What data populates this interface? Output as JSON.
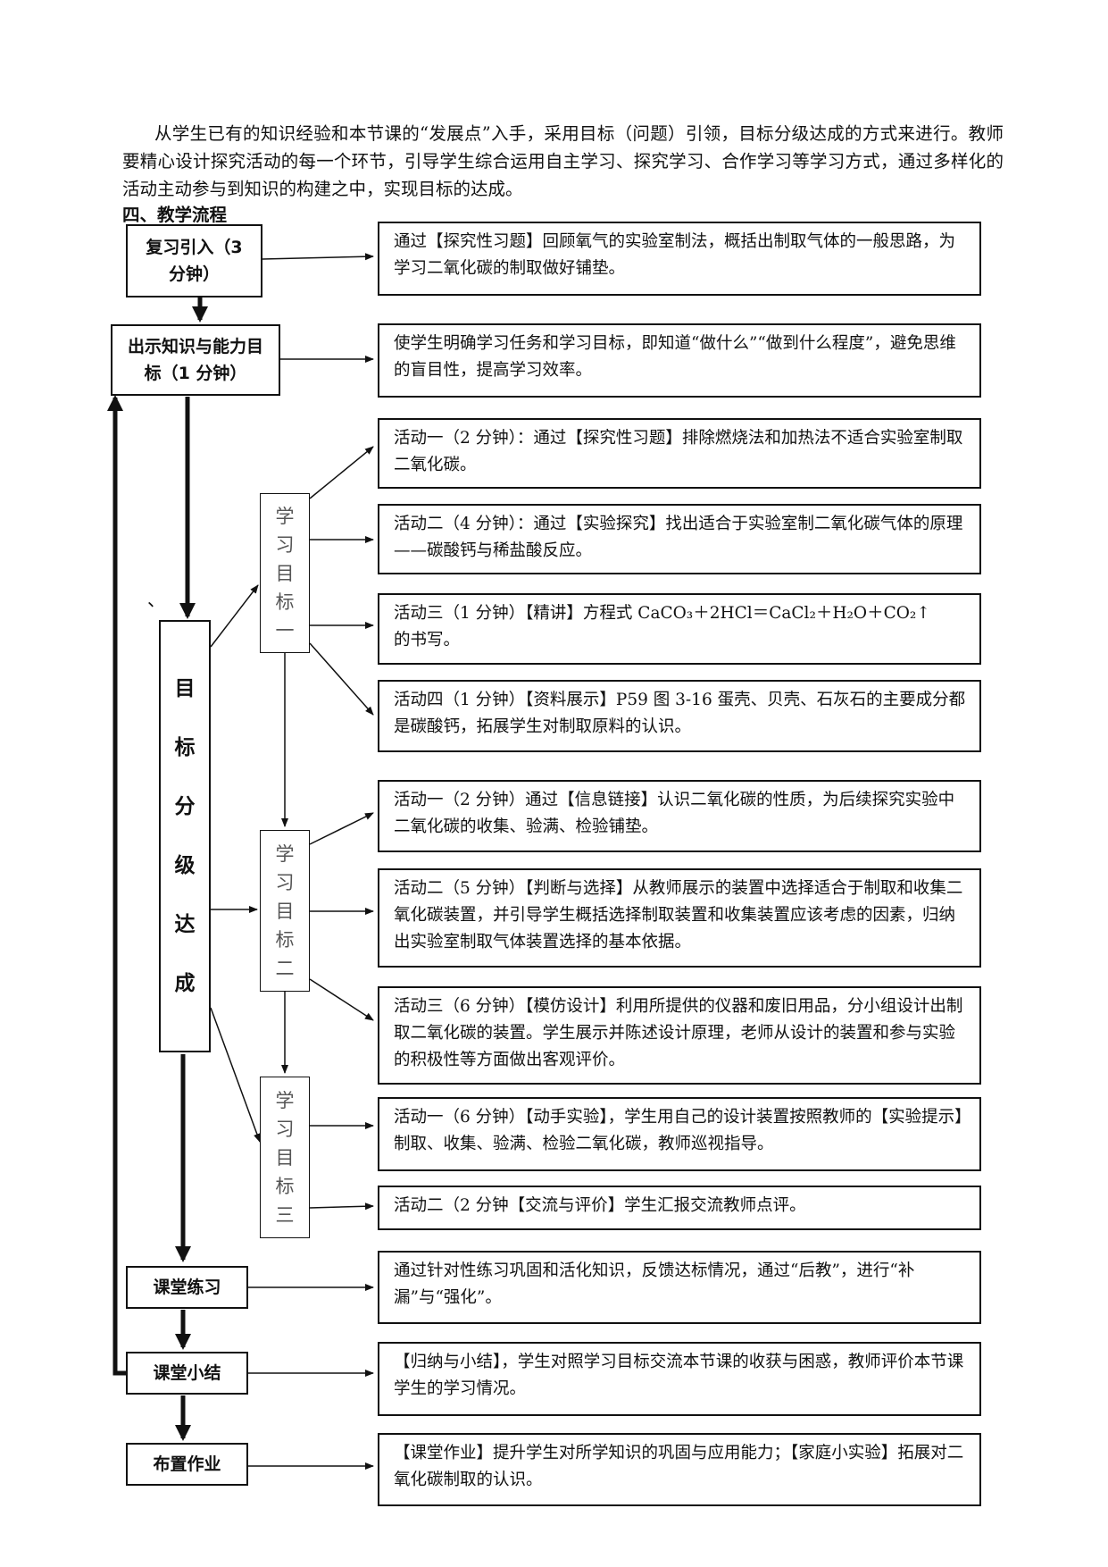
{
  "intro_paragraph": "从学生已有的知识经验和本节课的“发展点”入手，采用目标（问题）引领，目标分级达成的方式来进行。教师要精心设计探究活动的每一个环节，引导学生综合运用自主学习、探究学习、合作学习等学习方式，通过多样化的活动主动参与到知识的构建之中，实现目标的达成。",
  "section_title": "四、教学流程",
  "stray_mark": "、",
  "left_steps": {
    "review": "复习引入（3 分钟）",
    "show_goals": "出示知识与能力目标（1 分钟）",
    "goal_levels": [
      "目",
      "标",
      "分",
      "级",
      "达",
      "成"
    ],
    "practice": "课堂练习",
    "summary": "课堂小结",
    "homework": "布置作业"
  },
  "sub_goals": {
    "goal1": [
      "学",
      "习",
      "目",
      "标",
      "一"
    ],
    "goal2": [
      "学",
      "习",
      "目",
      "标",
      "二"
    ],
    "goal3": [
      "学",
      "习",
      "目",
      "标",
      "三"
    ]
  },
  "descriptions": {
    "review": "通过【探究性习题】回顾氧气的实验室制法，概括出制取气体的一般思路，为学习二氧化碳的制取做好铺垫。",
    "show_goals": "使学生明确学习任务和学习目标，即知道“做什么”“做到什么程度”，避免思维的盲目性，提高学习效率。",
    "g1_a1": "活动一（2 分钟）：通过【探究性习题】排除燃烧法和加热法不适合实验室制取二氧化碳。",
    "g1_a2": "活动二（4 分钟）：通过【实验探究】找出适合于实验室制二氧化碳气体的原理——碳酸钙与稀盐酸反应。",
    "g1_a3_prefix": "活动三（1 分钟）【精讲】方程式 ",
    "g1_a3_eq": "CaCO₃＋2HCl＝CaCl₂＋H₂O＋CO₂↑",
    "g1_a3_suffix": "的书写。",
    "g1_a4": "活动四（1 分钟）【资料展示】P59 图 3-16 蛋壳、贝壳、石灰石的主要成分都是碳酸钙，拓展学生对制取原料的认识。",
    "g2_a1": "活动一（2 分钟）通过【信息链接】认识二氧化碳的性质，为后续探究实验中二氧化碳的收集、验满、检验铺垫。",
    "g2_a2": "活动二（5 分钟）【判断与选择】从教师展示的装置中选择适合于制取和收集二氧化碳装置，并引导学生概括选择制取装置和收集装置应该考虑的因素，归纳出实验室制取气体装置选择的基本依据。",
    "g2_a3": "活动三（6 分钟）【模仿设计】利用所提供的仪器和废旧用品，分小组设计出制取二氧化碳的装置。学生展示并陈述设计原理，老师从设计的装置和参与实验的积极性等方面做出客观评价。",
    "g3_a1": "活动一（6 分钟）【动手实验】，学生用自己的设计装置按照教师的【实验提示】制取、收集、验满、检验二氧化碳，教师巡视指导。",
    "g3_a2": "活动二（2 分钟【交流与评价】学生汇报交流教师点评。",
    "practice": "通过针对性练习巩固和活化知识，反馈达标情况，通过“后教”，进行“补漏”与“强化”。",
    "summary": "【归纳与小结】，学生对照学习目标交流本节课的收获与困惑，教师评价本节课学生的学习情况。",
    "homework": "【课堂作业】提升学生对所学知识的巩固与应用能力；【家庭小实验】拓展对二氧化碳制取的认识。"
  }
}
